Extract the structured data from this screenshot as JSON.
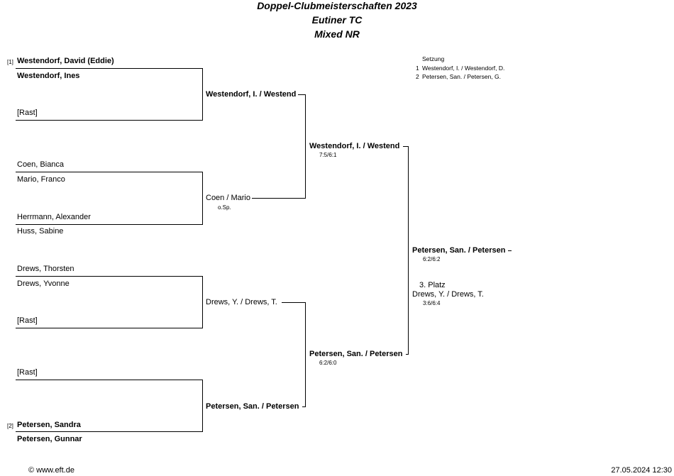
{
  "header": {
    "line1": "Doppel-Clubmeisterschaften 2023",
    "line2": "Eutiner TC",
    "line3": "Mixed NR"
  },
  "seeding": {
    "title": "Setzung",
    "entries": [
      {
        "num": "1",
        "name": "Westendorf, I. / Westendorf, D."
      },
      {
        "num": "2",
        "name": "Petersen, San. / Petersen, G."
      }
    ]
  },
  "round1": [
    {
      "seed": "[1]",
      "p1": "Westendorf, David (Eddie)",
      "p2": "Westendorf, Ines"
    },
    {
      "p1": "[Rast]",
      "p2": ""
    },
    {
      "p1": "Coen, Bianca",
      "p2": "Mario, Franco"
    },
    {
      "p1": "Herrmann, Alexander",
      "p2": "Huss, Sabine"
    },
    {
      "p1": "Drews, Thorsten",
      "p2": "Drews, Yvonne"
    },
    {
      "p1": "[Rast]",
      "p2": ""
    },
    {
      "p1": "[Rast]",
      "p2": ""
    },
    {
      "seed": "[2]",
      "p1": "Petersen, Sandra",
      "p2": "Petersen, Gunnar"
    }
  ],
  "round2": [
    {
      "name": "Westendorf, I. / Westend",
      "score": ""
    },
    {
      "name": "Coen / Mario",
      "score": "o.Sp."
    },
    {
      "name": "Drews, Y. / Drews, T.",
      "score": ""
    },
    {
      "name": "Petersen, San. / Petersen",
      "score": ""
    }
  ],
  "semis": [
    {
      "name": "Westendorf, I. / Westend",
      "score": "7:5/6:1"
    },
    {
      "name": "Petersen, San. / Petersen",
      "score": "6:2/6:0"
    }
  ],
  "final": {
    "name": "Petersen, San. / Petersen",
    "score": "6:2/6:2"
  },
  "third_place": {
    "label": "3. Platz",
    "name": "Drews, Y. / Drews, T.",
    "score": "3:6/6:4"
  },
  "footer": {
    "left": "© www.eft.de",
    "right": "27.05.2024 12:30"
  }
}
